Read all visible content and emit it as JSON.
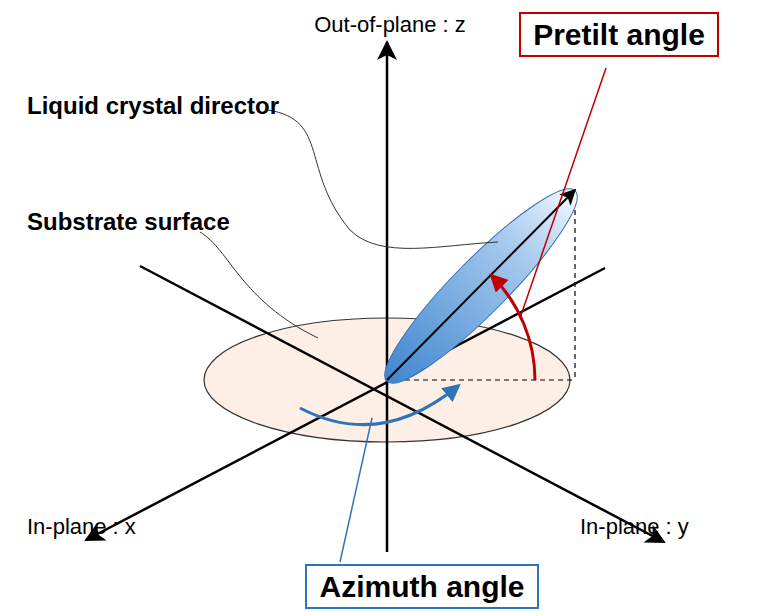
{
  "diagram": {
    "nodes": [
      {
        "text": [
          "Pretilt angle"
        ]
      },
      {
        "text": [
          "Azimuth angle"
        ]
      }
    ],
    "labels": [
      "Out-of-plane : z",
      "Liquid crystal director",
      "Substrate surface",
      "In-plane : x",
      "In-plane : y"
    ]
  }
}
